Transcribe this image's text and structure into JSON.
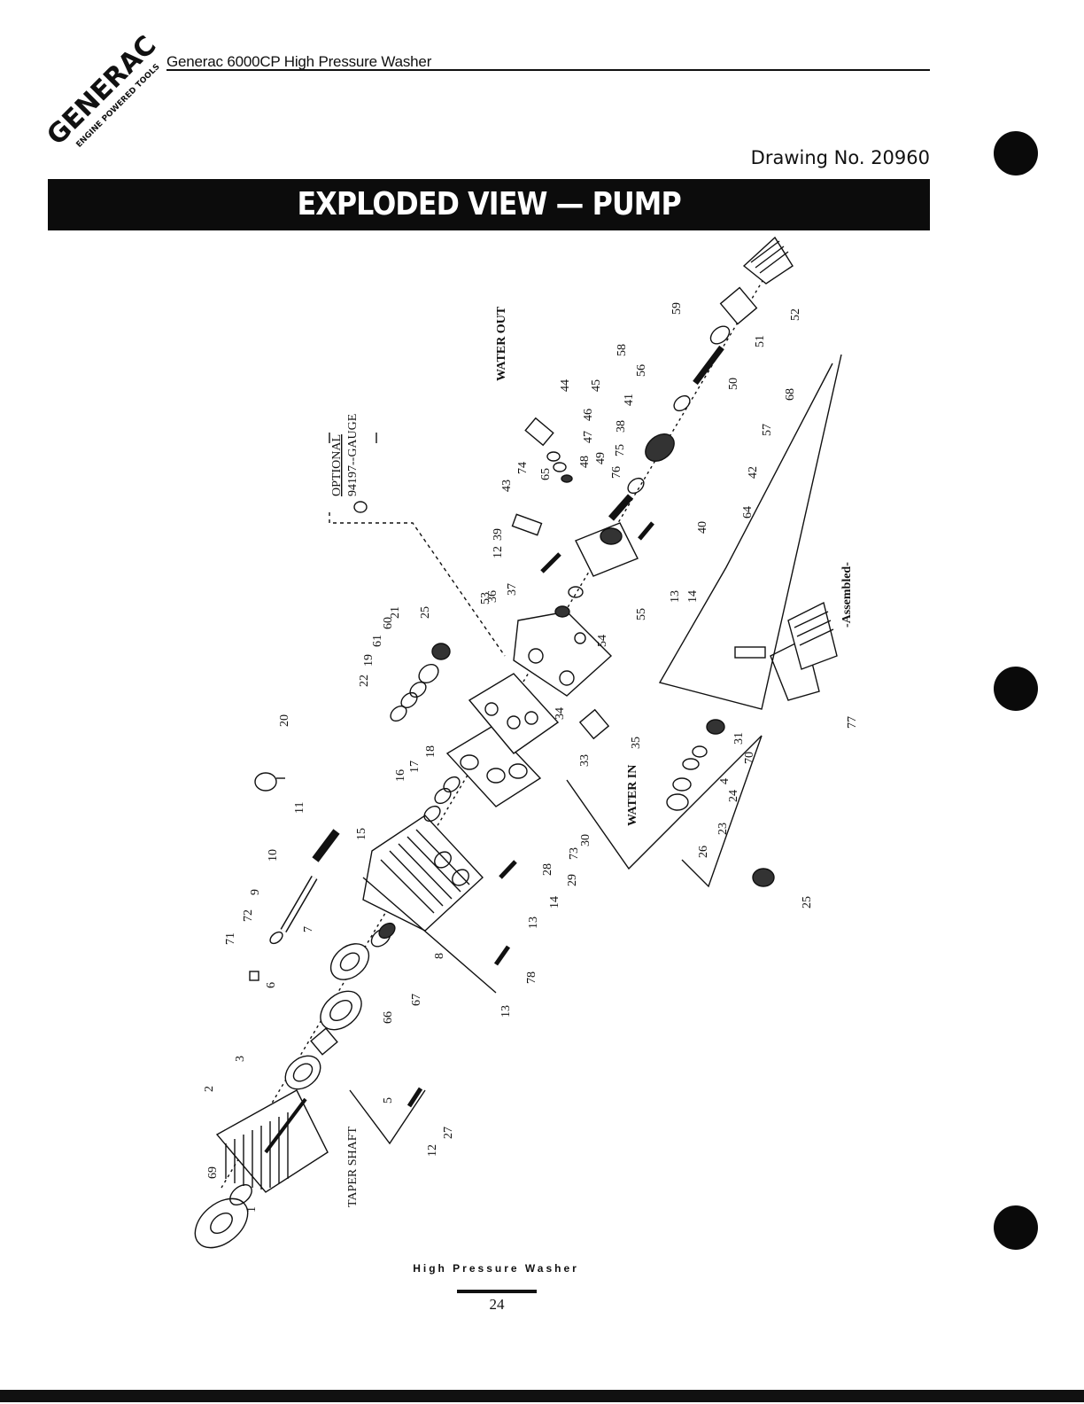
{
  "header": {
    "brand": "GENERAC",
    "brand_tagline": "ENGINE POWERED TOOLS",
    "title": "Generac 6000CP  High Pressure Washer",
    "drawing_number": "Drawing No. 20960"
  },
  "banner": {
    "title": "EXPLODED VIEW — PUMP"
  },
  "diagram": {
    "annotations": {
      "water_out": "WATER OUT",
      "water_in": "WATER IN",
      "taper_shaft": "TAPER SHAFT",
      "assembled": "-Assembled-",
      "optional": "OPTIONAL",
      "gauge": "94197--GAUGE"
    },
    "part_labels": {
      "p1": "1",
      "p2": "2",
      "p3": "3",
      "p4": "4",
      "p5": "5",
      "p6": "6",
      "p7": "7",
      "p8": "8",
      "p9": "9",
      "p10": "10",
      "p11": "11",
      "p12a": "12",
      "p12b": "12",
      "p13a": "13",
      "p13b": "13",
      "p13c": "13",
      "p14a": "14",
      "p14b": "14",
      "p15": "15",
      "p16": "16",
      "p17": "17",
      "p18": "18",
      "p19": "19",
      "p20": "20",
      "p21": "21",
      "p22": "22",
      "p23": "23",
      "p24": "24",
      "p25a": "25",
      "p25b": "25",
      "p26": "26",
      "p27": "27",
      "p28": "28",
      "p29": "29",
      "p30": "30",
      "p31": "31",
      "p33": "33",
      "p34": "34",
      "p35": "35",
      "p36": "36",
      "p37": "37",
      "p38": "38",
      "p39": "39",
      "p40": "40",
      "p41": "41",
      "p42": "42",
      "p43": "43",
      "p44": "44",
      "p45": "45",
      "p46": "46",
      "p47": "47",
      "p48": "48",
      "p49": "49",
      "p50": "50",
      "p51": "51",
      "p52": "52",
      "p53": "53",
      "p54": "54",
      "p55": "55",
      "p56": "56",
      "p57": "57",
      "p58": "58",
      "p59": "59",
      "p60": "60",
      "p61": "61",
      "p64": "64",
      "p65": "65",
      "p66": "66",
      "p67": "67",
      "p68": "68",
      "p69": "69",
      "p70": "70",
      "p71": "71",
      "p72": "72",
      "p73": "73",
      "p74": "74",
      "p75": "75",
      "p76": "76",
      "p77": "77",
      "p78": "78"
    }
  },
  "footer": {
    "caption": "High Pressure Washer",
    "page_number": "24"
  },
  "colors": {
    "ink": "#111111",
    "banner_bg": "#0c0c0c",
    "paper": "#ffffff"
  }
}
